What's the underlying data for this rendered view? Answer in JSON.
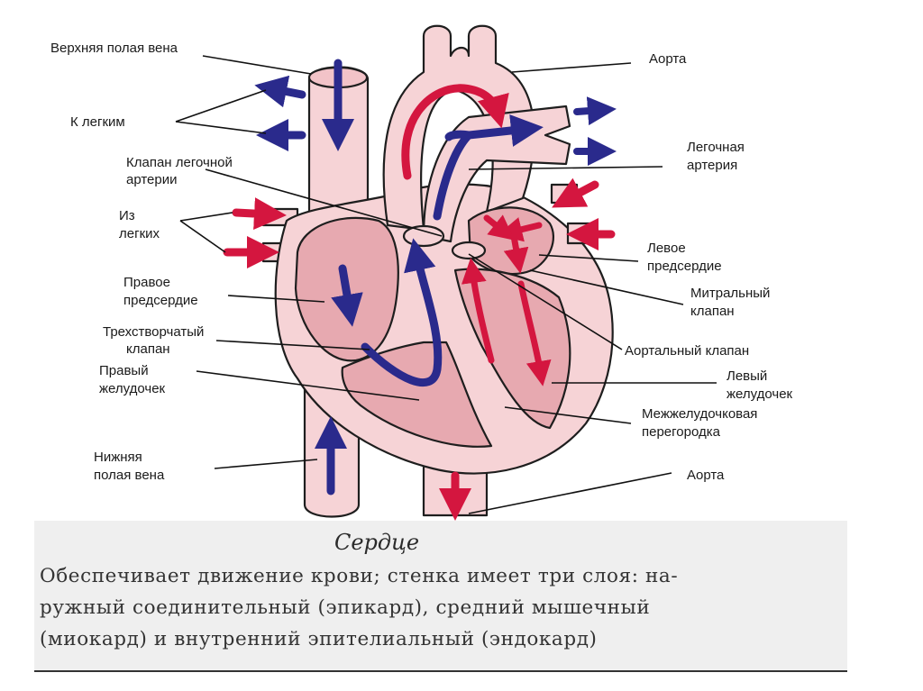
{
  "labels": {
    "svc": "Верхняя полая вена",
    "to_lungs": "К легким",
    "pulm_valve_1": "Клапан легочной",
    "pulm_valve_2": "артерии",
    "from_lungs_1": "Из",
    "from_lungs_2": "легких",
    "right_atrium_1": "Правое",
    "right_atrium_2": "предсердие",
    "tricuspid_1": "Трехстворчатый",
    "tricuspid_2": "клапан",
    "right_ventricle_1": "Правый",
    "right_ventricle_2": "желудочек",
    "ivc_1": "Нижняя",
    "ivc_2": "полая вена",
    "aorta_top": "Аорта",
    "pulm_artery_1": "Легочная",
    "pulm_artery_2": "артерия",
    "left_atrium_1": "Левое",
    "left_atrium_2": "предсердие",
    "mitral_1": "Митральный",
    "mitral_2": "клапан",
    "aortic_valve": "Аортальный клапан",
    "left_ventricle_1": "Левый",
    "left_ventricle_2": "желудочек",
    "septum_1": "Межжелудочковая",
    "septum_2": "перегородка",
    "aorta_bottom": "Аорта"
  },
  "caption": {
    "title": "Сердце",
    "line1": "Обеспечивает движение крови; стенка имеет три слоя: на-",
    "line2": "ружный соединительный (эпикард), средний мышечный",
    "line3": "(миокард) и внутренний эпителиальный (эндокард)"
  },
  "colors": {
    "tissue": "#f6d3d6",
    "chamber": "#e7a9b0",
    "outline": "#1e1e1e",
    "oxygenated": "#d4163f",
    "deoxygenated": "#2a2a8c"
  }
}
